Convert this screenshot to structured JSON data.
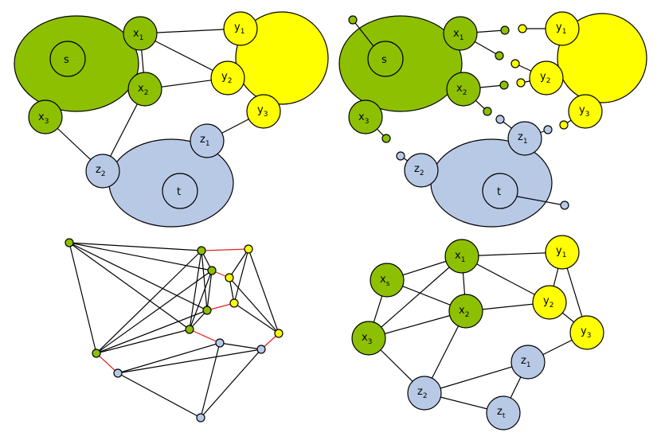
{
  "colors": {
    "green": "#8dc000",
    "yellow": "#ffff00",
    "blue": "#b8c9e6",
    "red_edge": "#e02020"
  },
  "labels": {
    "s": "s",
    "t": "t",
    "x": "x",
    "y": "y",
    "z": "z",
    "sub1": "1",
    "sub2": "2",
    "sub3": "3",
    "subs": "s",
    "subt": "t"
  }
}
